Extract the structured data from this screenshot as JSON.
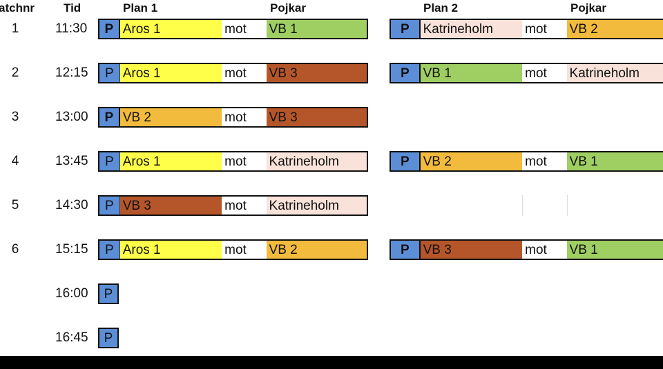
{
  "colors": {
    "p": "#5b8ed6",
    "Aros 1": "#ffff4a",
    "VB 1": "#9fcf62",
    "VB 2": "#f2bb3d",
    "VB 3": "#b5562a",
    "Katrineholm": "#f9e2d9"
  },
  "headers": {
    "matchnr": "atchnr",
    "tid": "Tid",
    "plan1": "Plan 1",
    "pojkar1": "Pojkar",
    "plan2": "Plan 2",
    "pojkar2": "Pojkar"
  },
  "vs_label": "mot",
  "p_label": "P",
  "rows": [
    {
      "nr": "1",
      "tid": "11:30",
      "plan1": {
        "home": "Aros 1",
        "away": "VB 1",
        "p_bold": true
      },
      "plan2": {
        "home": "Katrineholm",
        "away": "VB 2",
        "p_bold": true
      }
    },
    {
      "nr": "2",
      "tid": "12:15",
      "plan1": {
        "home": "Aros 1",
        "away": "VB 3",
        "p_bold": false
      },
      "plan2": {
        "home": "VB 1",
        "away": "Katrineholm",
        "p_bold": true
      }
    },
    {
      "nr": "3",
      "tid": "13:00",
      "plan1": {
        "home": "VB 2",
        "away": "VB 3",
        "p_bold": true
      },
      "plan2": null
    },
    {
      "nr": "4",
      "tid": "13:45",
      "plan1": {
        "home": "Aros 1",
        "away": "Katrineholm",
        "p_bold": false
      },
      "plan2": {
        "home": "VB 2",
        "away": "VB 1",
        "p_bold": true
      }
    },
    {
      "nr": "5",
      "tid": "14:30",
      "plan1": {
        "home": "VB 3",
        "away": "Katrineholm",
        "p_bold": false
      },
      "plan2": null
    },
    {
      "nr": "6",
      "tid": "15:15",
      "plan1": {
        "home": "Aros 1",
        "away": "VB 2",
        "p_bold": false
      },
      "plan2": {
        "home": "VB 3",
        "away": "VB 1",
        "p_bold": true
      }
    },
    {
      "nr": "",
      "tid": "16:00",
      "plan1": {
        "only_p": true
      },
      "plan2": null
    },
    {
      "nr": "",
      "tid": "16:45",
      "plan1": {
        "only_p": true
      },
      "plan2": null
    }
  ]
}
